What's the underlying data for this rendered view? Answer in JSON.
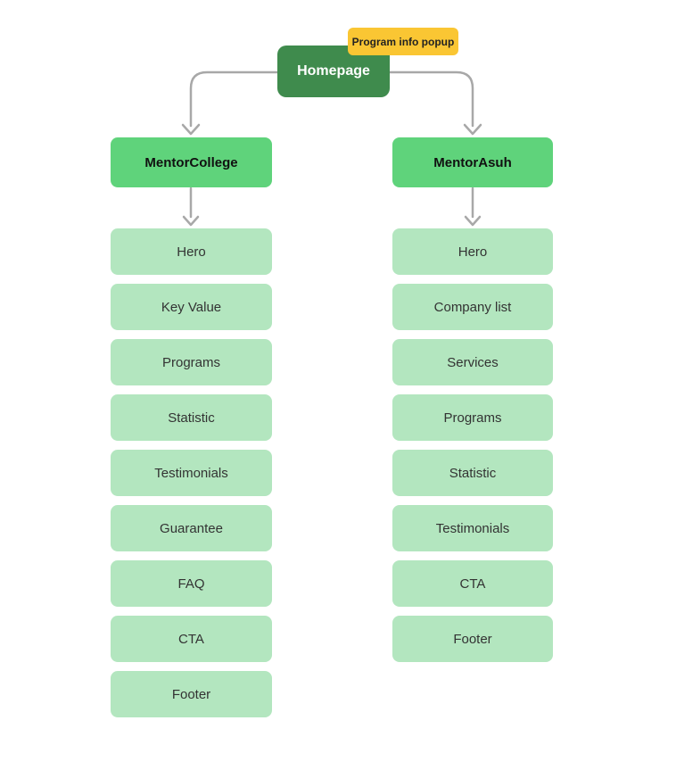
{
  "diagram": {
    "popup": {
      "label": "Program info popup"
    },
    "root": {
      "label": "Homepage"
    },
    "branches": [
      {
        "label": "MentorCollege",
        "items": [
          "Hero",
          "Key Value",
          "Programs",
          "Statistic",
          "Testimonials",
          "Guarantee",
          "FAQ",
          "CTA",
          "Footer"
        ]
      },
      {
        "label": "MentorAsuh",
        "items": [
          "Hero",
          "Company list",
          "Services",
          "Programs",
          "Statistic",
          "Testimonials",
          "CTA",
          "Footer"
        ]
      }
    ],
    "colors": {
      "root_bg": "#3F8B4D",
      "root_text": "#FFFFFF",
      "branch_bg": "#5FD37B",
      "branch_text": "#111111",
      "item_bg": "#B3E6BF",
      "item_text": "#333333",
      "popup_bg": "#FAC633",
      "popup_text": "#222222",
      "connector": "#A8A8A8",
      "background": "#FFFFFF"
    }
  }
}
